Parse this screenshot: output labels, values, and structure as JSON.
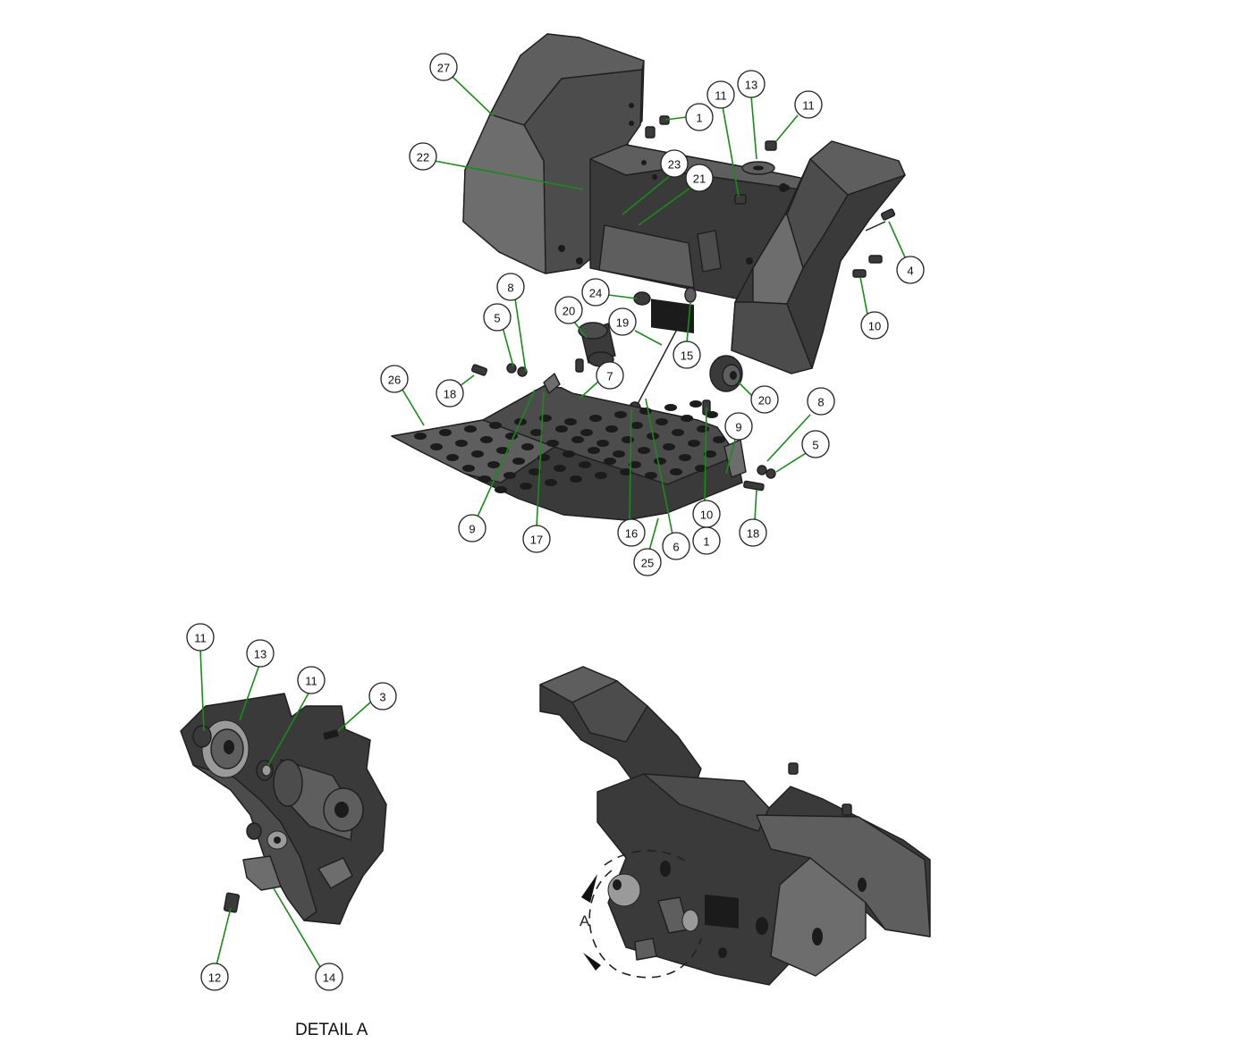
{
  "figure": {
    "colors": {
      "part": "#3a3a3a",
      "leader": "#1a8a1a",
      "bubble_fill": "#ffffff",
      "bubble_stroke": "#222222"
    },
    "detail_caption": "DETAIL A",
    "view_marker": "A",
    "callouts_main": [
      {
        "id": "27",
        "label": "27"
      },
      {
        "id": "22",
        "label": "22"
      },
      {
        "id": "1a",
        "label": "1"
      },
      {
        "id": "11a",
        "label": "11"
      },
      {
        "id": "13",
        "label": "13"
      },
      {
        "id": "11b",
        "label": "11"
      },
      {
        "id": "23",
        "label": "23"
      },
      {
        "id": "21",
        "label": "21"
      },
      {
        "id": "4",
        "label": "4"
      },
      {
        "id": "10a",
        "label": "10"
      },
      {
        "id": "24",
        "label": "24"
      },
      {
        "id": "15",
        "label": "15"
      },
      {
        "id": "20a",
        "label": "20"
      },
      {
        "id": "19",
        "label": "19"
      },
      {
        "id": "20b",
        "label": "20"
      },
      {
        "id": "8a",
        "label": "8"
      },
      {
        "id": "5a",
        "label": "5"
      },
      {
        "id": "18a",
        "label": "18"
      },
      {
        "id": "26",
        "label": "26"
      },
      {
        "id": "7",
        "label": "7"
      },
      {
        "id": "9a",
        "label": "9"
      },
      {
        "id": "8b",
        "label": "8"
      },
      {
        "id": "5b",
        "label": "5"
      },
      {
        "id": "9b",
        "label": "9"
      },
      {
        "id": "17",
        "label": "17"
      },
      {
        "id": "16",
        "label": "16"
      },
      {
        "id": "25",
        "label": "25"
      },
      {
        "id": "6",
        "label": "6"
      },
      {
        "id": "10b",
        "label": "10"
      },
      {
        "id": "1b",
        "label": "1"
      },
      {
        "id": "18b",
        "label": "18"
      }
    ],
    "callouts_detail": [
      {
        "id": "d11a",
        "label": "11"
      },
      {
        "id": "d13",
        "label": "13"
      },
      {
        "id": "d11b",
        "label": "11"
      },
      {
        "id": "d3",
        "label": "3"
      },
      {
        "id": "d12",
        "label": "12"
      },
      {
        "id": "d14",
        "label": "14"
      }
    ]
  }
}
